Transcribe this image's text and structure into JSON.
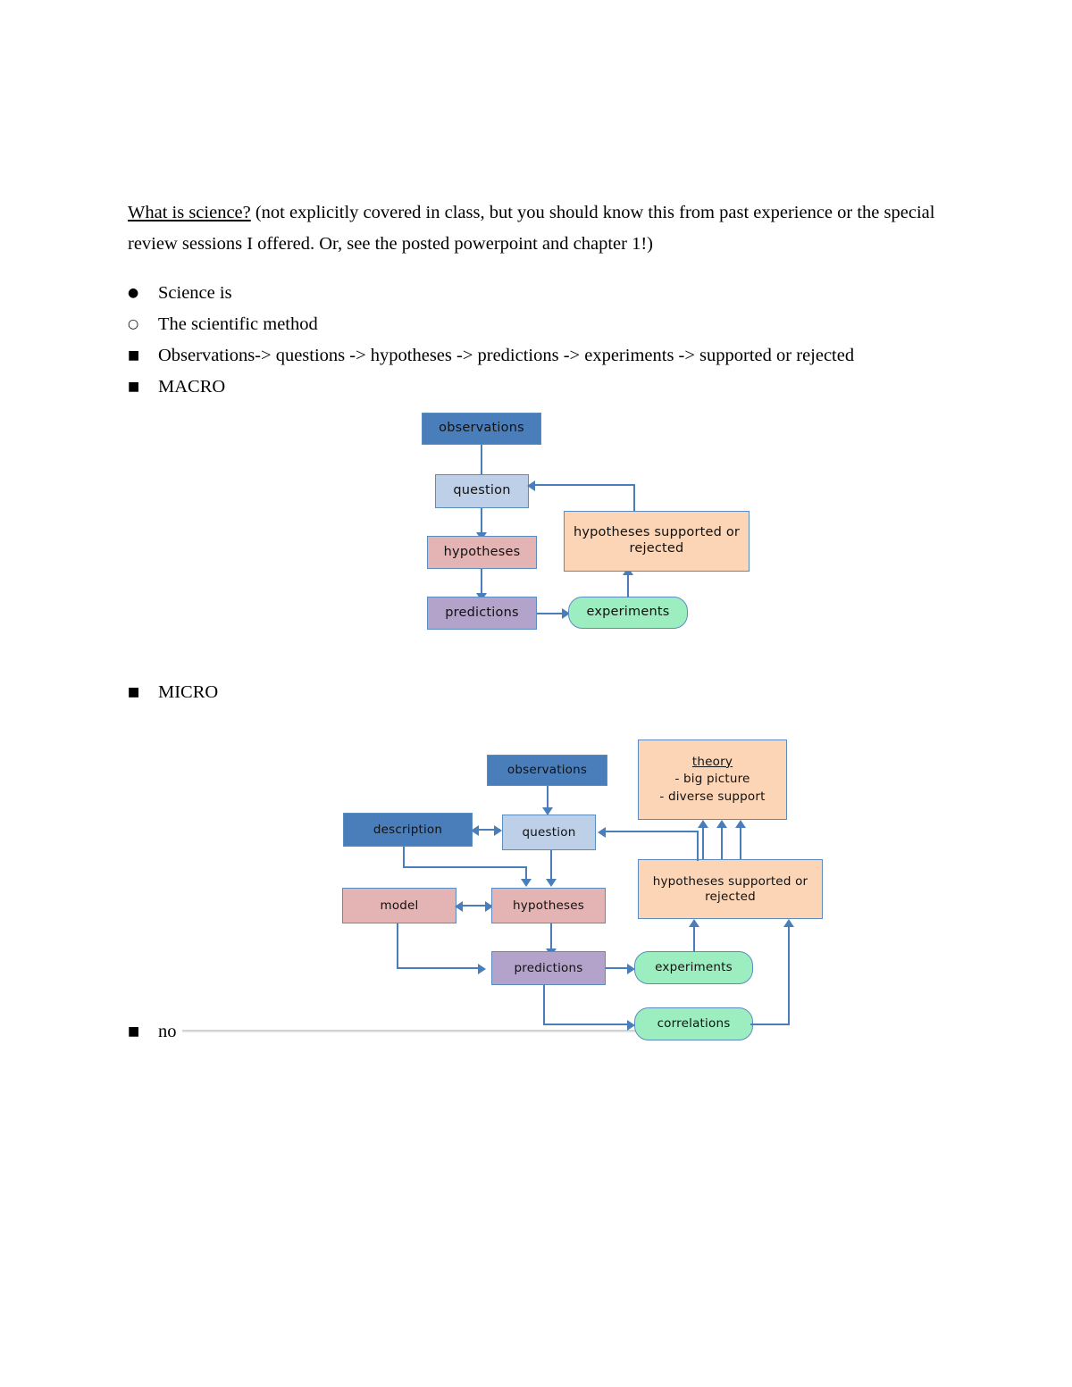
{
  "document": {
    "heading": {
      "underlined": "What is science?",
      "rest": " (not explicitly covered in class, but you should know this from past experience or the special review sessions I offered.  Or, see the posted powerpoint and chapter 1!)"
    },
    "outline": [
      {
        "level": 1,
        "bullet": "●",
        "text": "Science is"
      },
      {
        "level": 2,
        "bullet": "○",
        "text": "The scientific method"
      },
      {
        "level": 3,
        "bullet": "■",
        "text": "Observations-> questions -> hypotheses -> predictions -> experiments -> supported or rejected"
      },
      {
        "level": 3,
        "bullet": "■",
        "text": "MACRO"
      },
      {
        "level": 3,
        "bullet": "■",
        "text": ""
      },
      {
        "level": 3,
        "bullet": "■",
        "text": "MICRO"
      },
      {
        "level": 3,
        "bullet": "■",
        "text": "no"
      }
    ],
    "bullet_glyphs": {
      "disc": "●",
      "circle": "○",
      "square": "■"
    }
  },
  "colors": {
    "dark_blue": "#4a7ebb",
    "light_blue": "#bdd0e7",
    "pink": "#e4b3b3",
    "purple": "#b3a2ca",
    "peach": "#fbd5b5",
    "green": "#9ceec0",
    "border": "#5b8cc0",
    "arrow": "#4a7ebb",
    "rule_gray": "#c8c8c8"
  },
  "macro_diagram": {
    "caption": "MACRO",
    "nodes": {
      "observations": "observations",
      "question": "question",
      "hypotheses": "hypotheses",
      "predictions": "predictions",
      "experiments": "experiments",
      "supported": "hypotheses supported or rejected"
    },
    "edges": [
      "observations -> question",
      "question -> hypotheses",
      "hypotheses -> predictions",
      "predictions -> experiments",
      "experiments -> hypotheses supported or rejected",
      "hypotheses supported or rejected -> question"
    ]
  },
  "micro_diagram": {
    "caption": "MICRO",
    "nodes": {
      "observations": "observations",
      "description": "description",
      "question": "question",
      "model": "model",
      "hypotheses": "hypotheses",
      "predictions": "predictions",
      "experiments": "experiments",
      "correlations": "correlations",
      "supported": "hypotheses supported or rejected",
      "theory_title": "theory",
      "theory_line1": "- big picture",
      "theory_line2": "- diverse support"
    },
    "edges": [
      "observations -> question",
      "description <-> question",
      "description -> hypotheses",
      "question -> hypotheses",
      "model <-> hypotheses",
      "model -> predictions",
      "hypotheses -> predictions",
      "predictions -> experiments",
      "predictions -> correlations",
      "experiments -> hypotheses supported or rejected",
      "correlations -> hypotheses supported or rejected",
      "hypotheses supported or rejected -> question",
      "hypotheses supported or rejected -> theory (x3)"
    ]
  }
}
